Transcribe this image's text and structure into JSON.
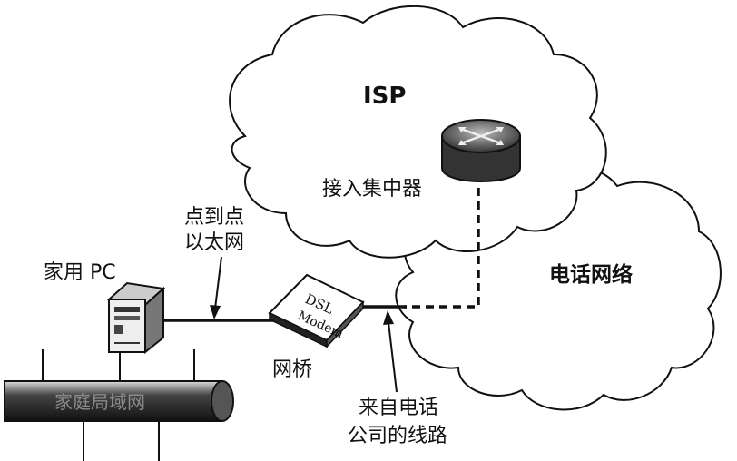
{
  "labels": {
    "isp": "ISP",
    "access_concentrator": "接入集中器",
    "phone_network": "电话网络",
    "ptp_ethernet_line1": "点到点",
    "ptp_ethernet_line2": "以太网",
    "home_pc": "家用 PC",
    "bridge": "网桥",
    "from_phone_line1": "来自电话",
    "from_phone_line2": "公司的线路",
    "modem_line1": "DSL",
    "modem_line2": "Modem",
    "lan_bus": "家庭局域网"
  }
}
